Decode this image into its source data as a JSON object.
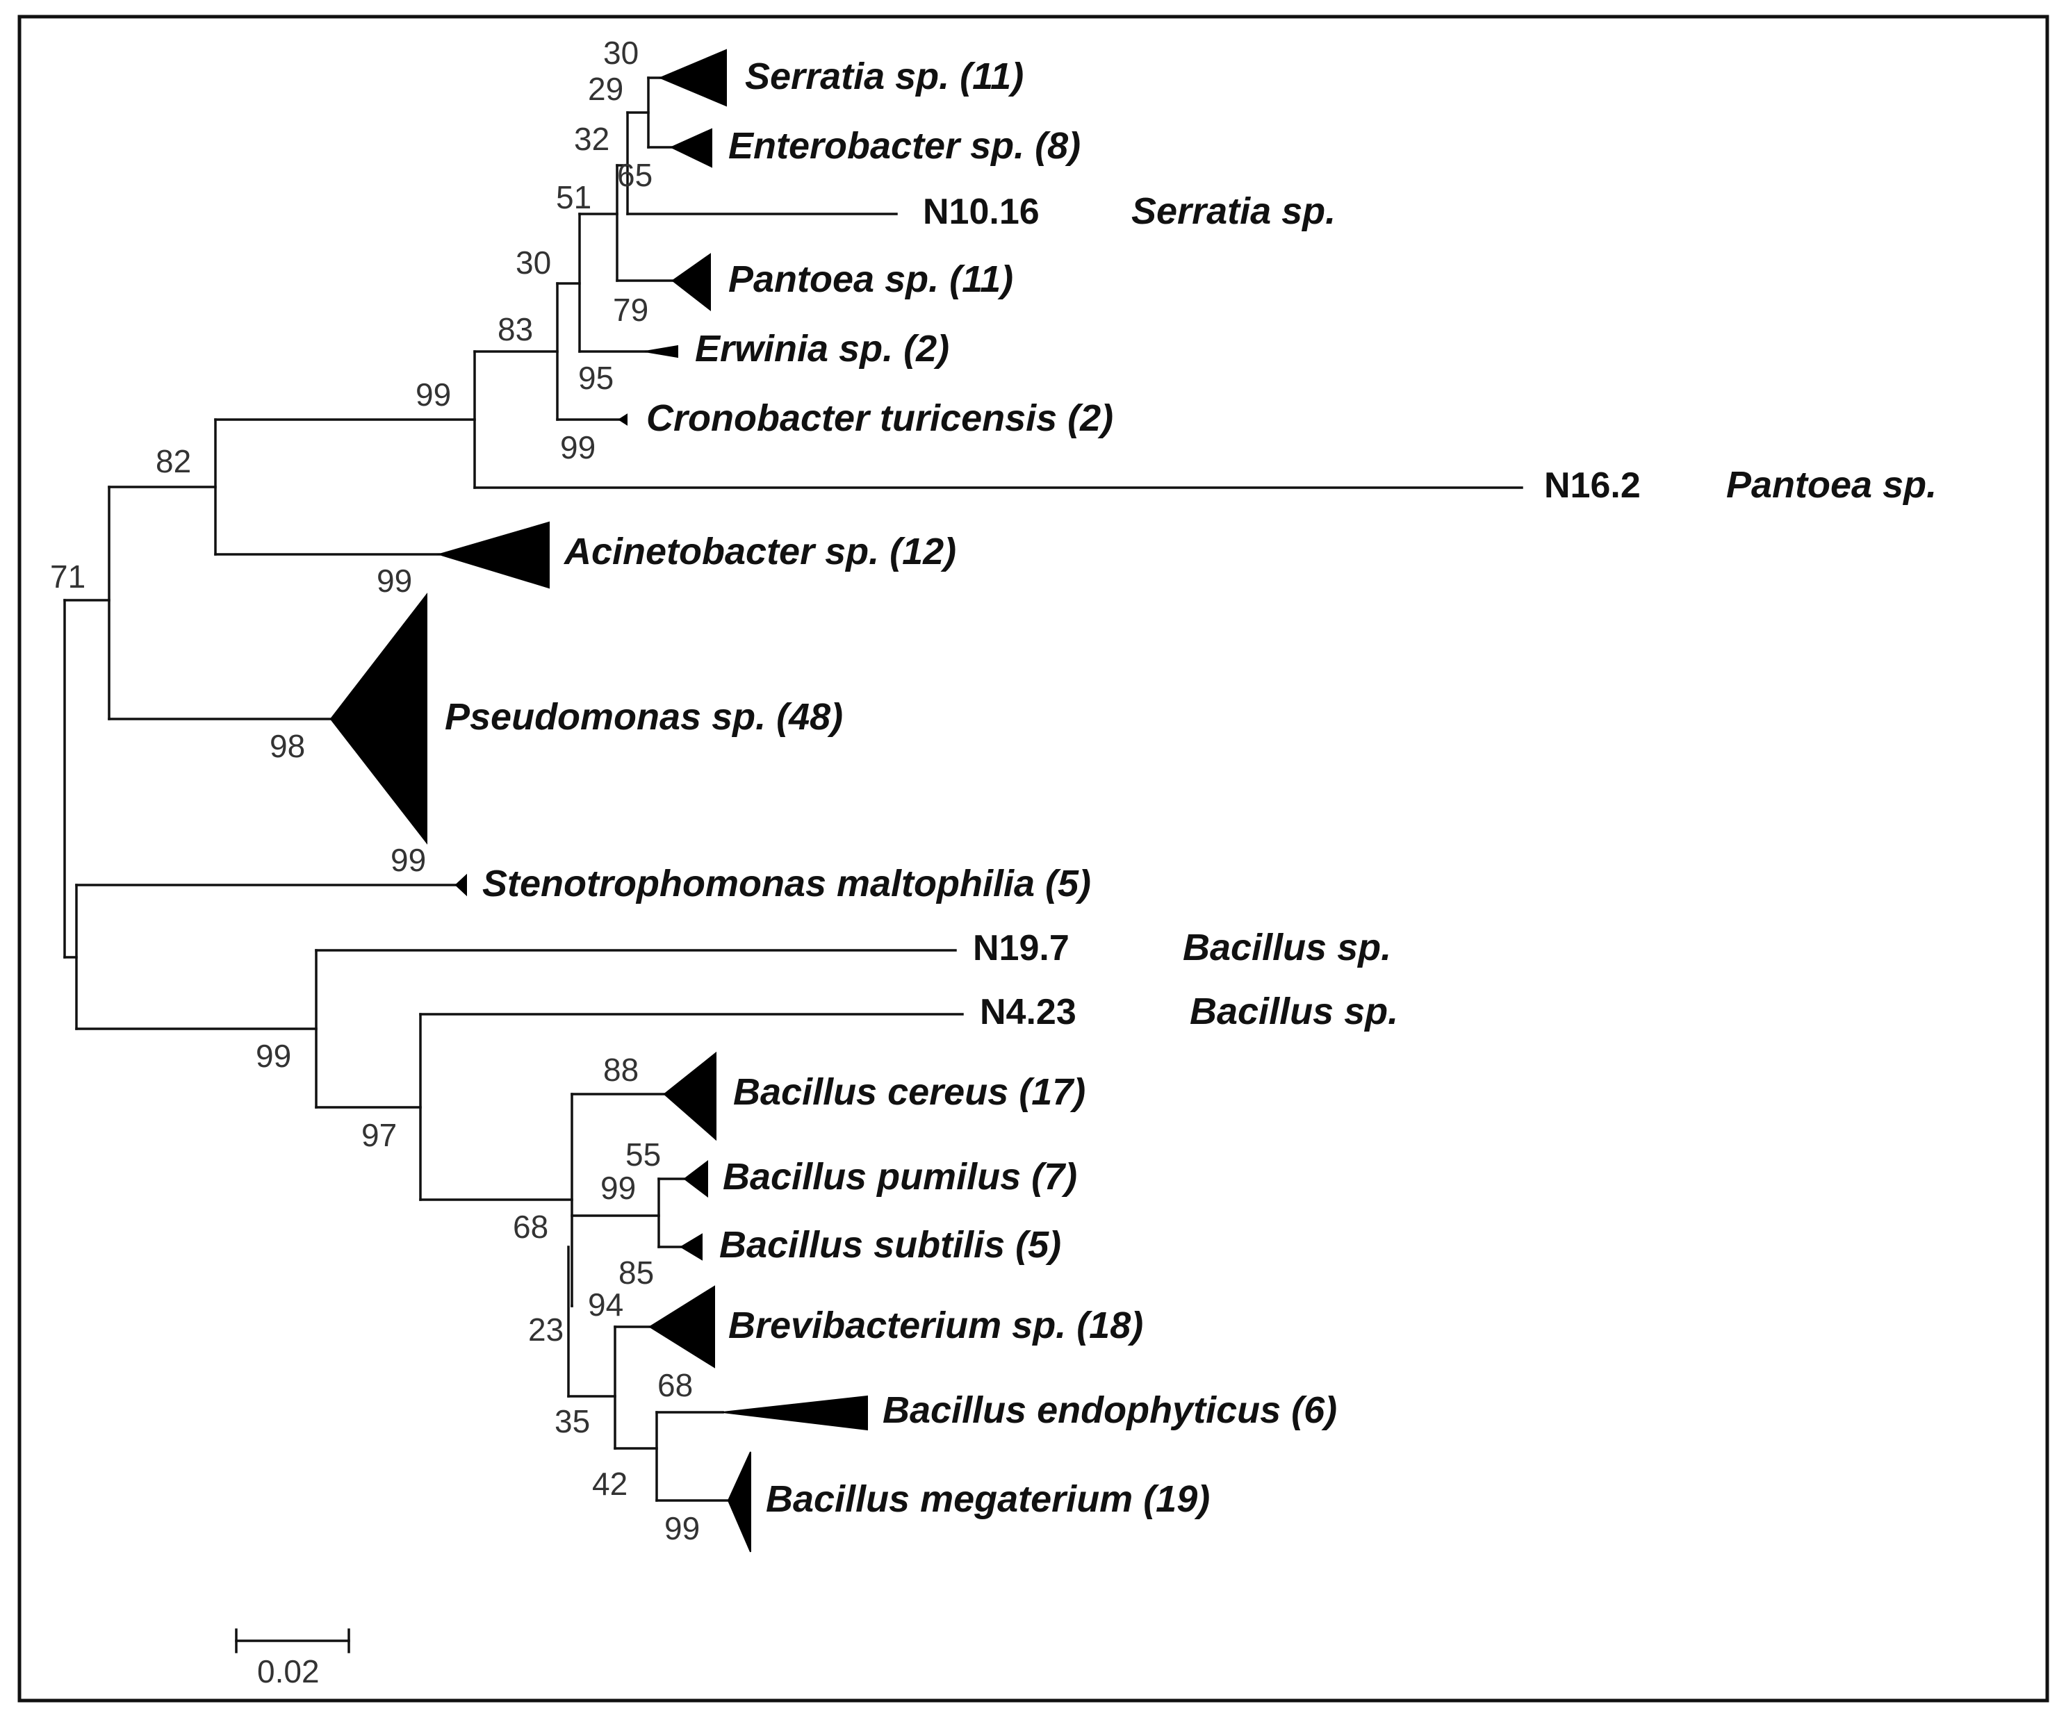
{
  "taxa": {
    "serratia": "Serratia sp. (11)",
    "enterobacter": "Enterobacter sp. (8)",
    "n10_16_id": "N10.16",
    "n10_16_name": "Serratia sp.",
    "pantoea": "Pantoea sp. (11)",
    "erwinia": "Erwinia sp. (2)",
    "cronobacter": "Cronobacter turicensis (2)",
    "n16_2_id": "N16.2",
    "n16_2_name": "Pantoea sp.",
    "acinetobacter": "Acinetobacter sp. (12)",
    "pseudomonas": "Pseudomonas sp. (48)",
    "stenotrophomonas": "Stenotrophomonas maltophilia (5)",
    "n19_7_id": "N19.7",
    "n19_7_name": "Bacillus sp.",
    "n4_23_id": "N4.23",
    "n4_23_name": "Bacillus sp.",
    "bacillus_cereus": "Bacillus cereus (17)",
    "bacillus_pumilus": "Bacillus pumilus (7)",
    "bacillus_subtilis": "Bacillus subtilis (5)",
    "brevibacterium": "Brevibacterium sp. (18)",
    "bacillus_endophyticus": "Bacillus endophyticus (6)",
    "bacillus_megaterium": "Bacillus megaterium (19)"
  },
  "bootstrap": {
    "b30a": "30",
    "b29": "29",
    "b32": "32",
    "b65": "65",
    "b51": "51",
    "b30b": "30",
    "b79": "79",
    "b83": "83",
    "b95": "95",
    "b99a": "99",
    "b99b": "99",
    "b82": "82",
    "b99c": "99",
    "b71": "71",
    "b98": "98",
    "b99d": "99",
    "b99e": "99",
    "b97": "97",
    "b88": "88",
    "b55": "55",
    "b99f": "99",
    "b68a": "68",
    "b85": "85",
    "b94": "94",
    "b23": "23",
    "b68b": "68",
    "b35": "35",
    "b42": "42",
    "b99g": "99"
  },
  "scale": {
    "label": "0.02"
  }
}
